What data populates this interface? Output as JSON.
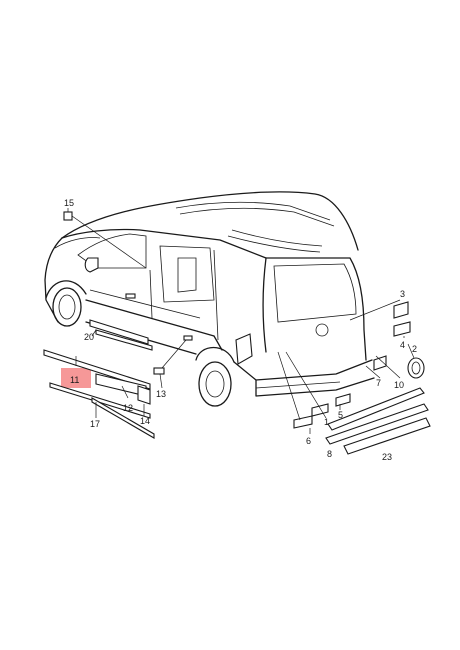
{
  "diagram": {
    "highlight": {
      "callout": "11",
      "color": "#ef4444"
    },
    "callouts": {
      "c1": "1",
      "c2": "2",
      "c3": "3",
      "c4": "4",
      "c5": "5",
      "c6": "6",
      "c7": "7",
      "c8": "8",
      "c10": "10",
      "c11": "11",
      "c12": "12",
      "c13": "13",
      "c14": "14",
      "c15": "15",
      "c17": "17",
      "c20": "20",
      "c23": "23"
    }
  }
}
